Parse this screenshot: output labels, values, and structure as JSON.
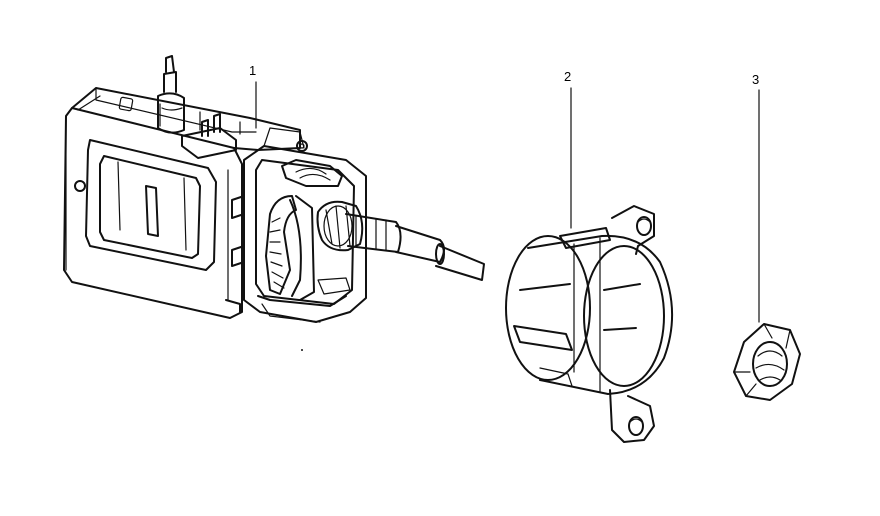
{
  "diagram": {
    "parts": [
      {
        "id": "1",
        "label": "1",
        "part": "thermostat-body"
      },
      {
        "id": "2",
        "label": "2",
        "part": "mounting-bracket"
      },
      {
        "id": "3",
        "label": "3",
        "part": "hex-nut"
      }
    ],
    "colors": {
      "background": "#ffffff",
      "ink": "#111111"
    }
  }
}
